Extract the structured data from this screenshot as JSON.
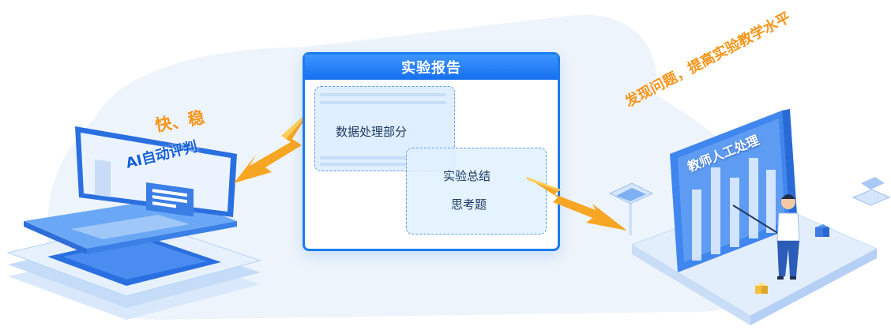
{
  "report": {
    "title": "实验报告",
    "section_data": "数据处理部分",
    "section_summary": "实验总结",
    "section_questions": "思考题"
  },
  "left": {
    "speed_tag": "快、稳",
    "screen_label": "AI自动评判"
  },
  "right": {
    "slogan": "发现问题，提高实验教学水平",
    "board_label": "教师人工处理"
  },
  "colors": {
    "primary_blue": "#1a7cf0",
    "accent_orange": "#f5951a",
    "bg_light": "#eef4fb"
  },
  "icons": [
    "laptop-icon",
    "teacher-figure-icon",
    "lightning-arrow-icon"
  ]
}
